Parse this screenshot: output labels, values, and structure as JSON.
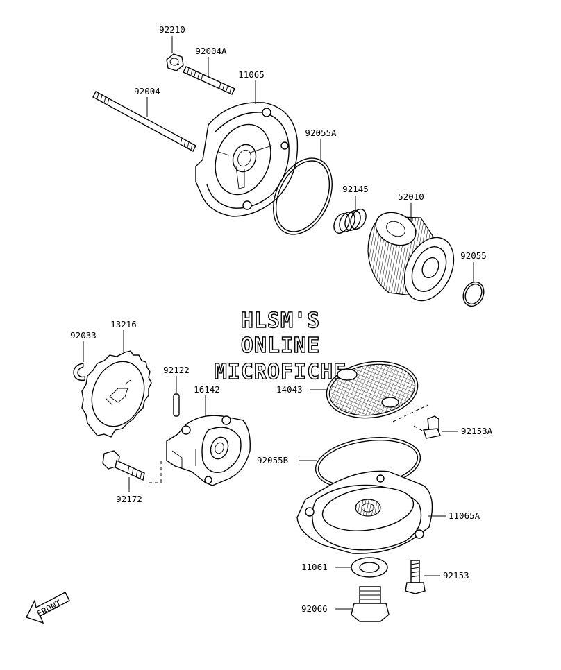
{
  "watermark": {
    "line1": "HLSM'S",
    "line2": "ONLINE",
    "line3": "MICROFICHE"
  },
  "front_badge": "FRONT",
  "part_labels": {
    "p92210": "92210",
    "p92004A": "92004A",
    "p11065": "11065",
    "p92004": "92004",
    "p92055A": "92055A",
    "p92145": "92145",
    "p52010": "52010",
    "p92055": "92055",
    "p92033": "92033",
    "p13216": "13216",
    "p92122": "92122",
    "p16142": "16142",
    "p14043": "14043",
    "p92153A": "92153A",
    "p92055B": "92055B",
    "p92172": "92172",
    "p11065A": "11065A",
    "p11061": "11061",
    "p92153": "92153",
    "p92066": "92066"
  },
  "colors": {
    "line": "#000000",
    "background": "#ffffff"
  }
}
